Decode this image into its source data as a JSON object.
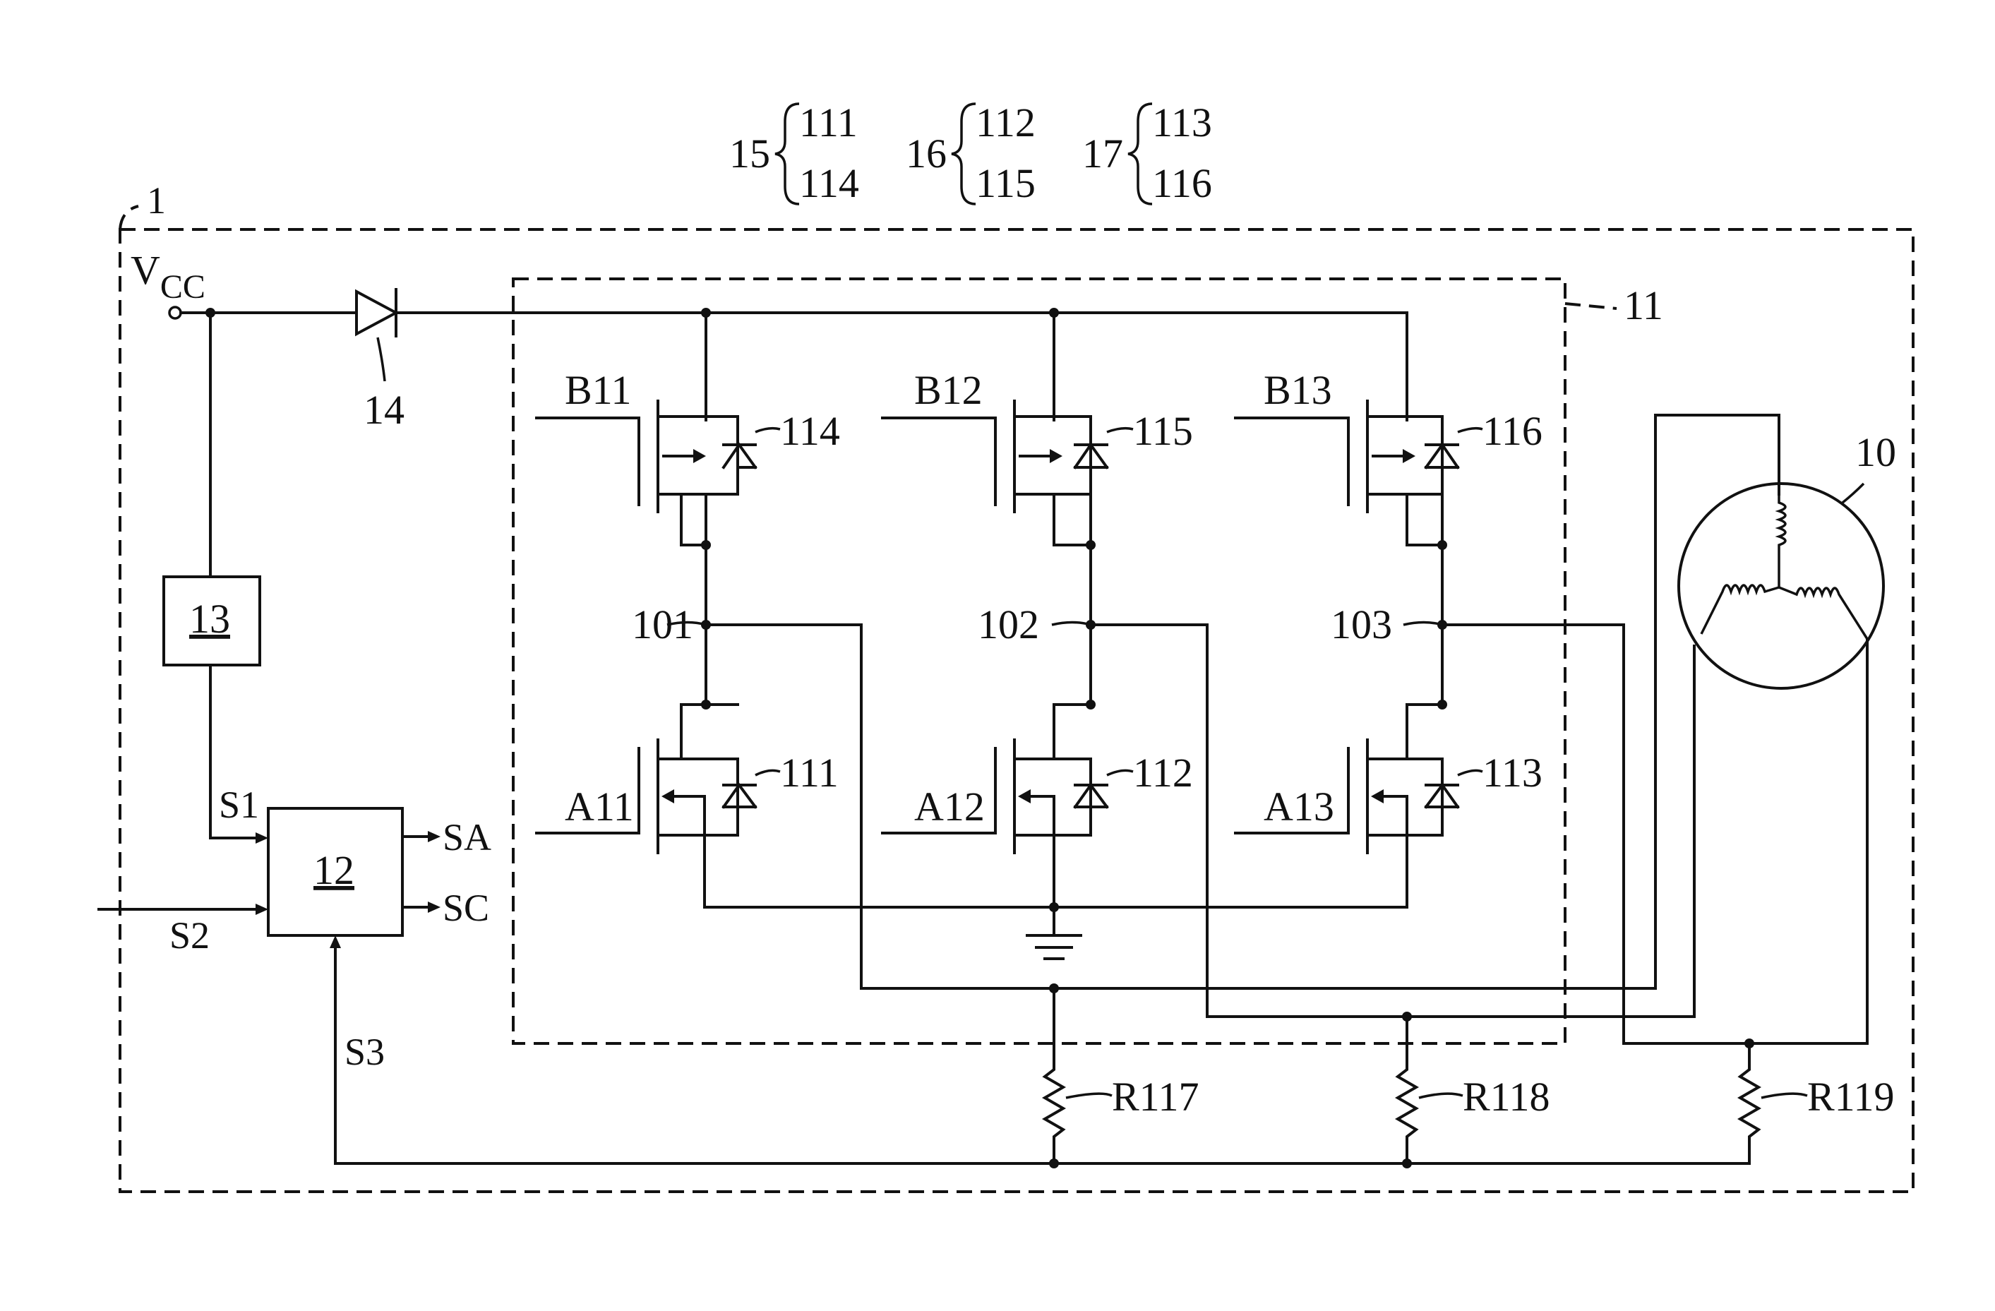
{
  "labels": {
    "circuit": "1",
    "inverter": "11",
    "controller": "12",
    "regulator": "13",
    "diode": "14",
    "motor": "10",
    "vcc_main": "V",
    "vcc_sub": "CC",
    "node_101": "101",
    "node_102": "102",
    "node_103": "103",
    "sw_114": "114",
    "sw_115": "115",
    "sw_116": "116",
    "sw_111": "111",
    "sw_112": "112",
    "sw_113": "113",
    "gate_b11": "B11",
    "gate_b12": "B12",
    "gate_b13": "B13",
    "gate_a11": "A11",
    "gate_a12": "A12",
    "gate_a13": "A13",
    "sig_s1": "S1",
    "sig_s2": "S2",
    "sig_s3": "S3",
    "sig_sa": "SA",
    "sig_sc": "SC",
    "res_r117": "R117",
    "res_r118": "R118",
    "res_r119": "R119"
  },
  "groups": [
    {
      "id": "15",
      "top": "111",
      "bottom": "114"
    },
    {
      "id": "16",
      "top": "112",
      "bottom": "115"
    },
    {
      "id": "17",
      "top": "113",
      "bottom": "116"
    }
  ]
}
